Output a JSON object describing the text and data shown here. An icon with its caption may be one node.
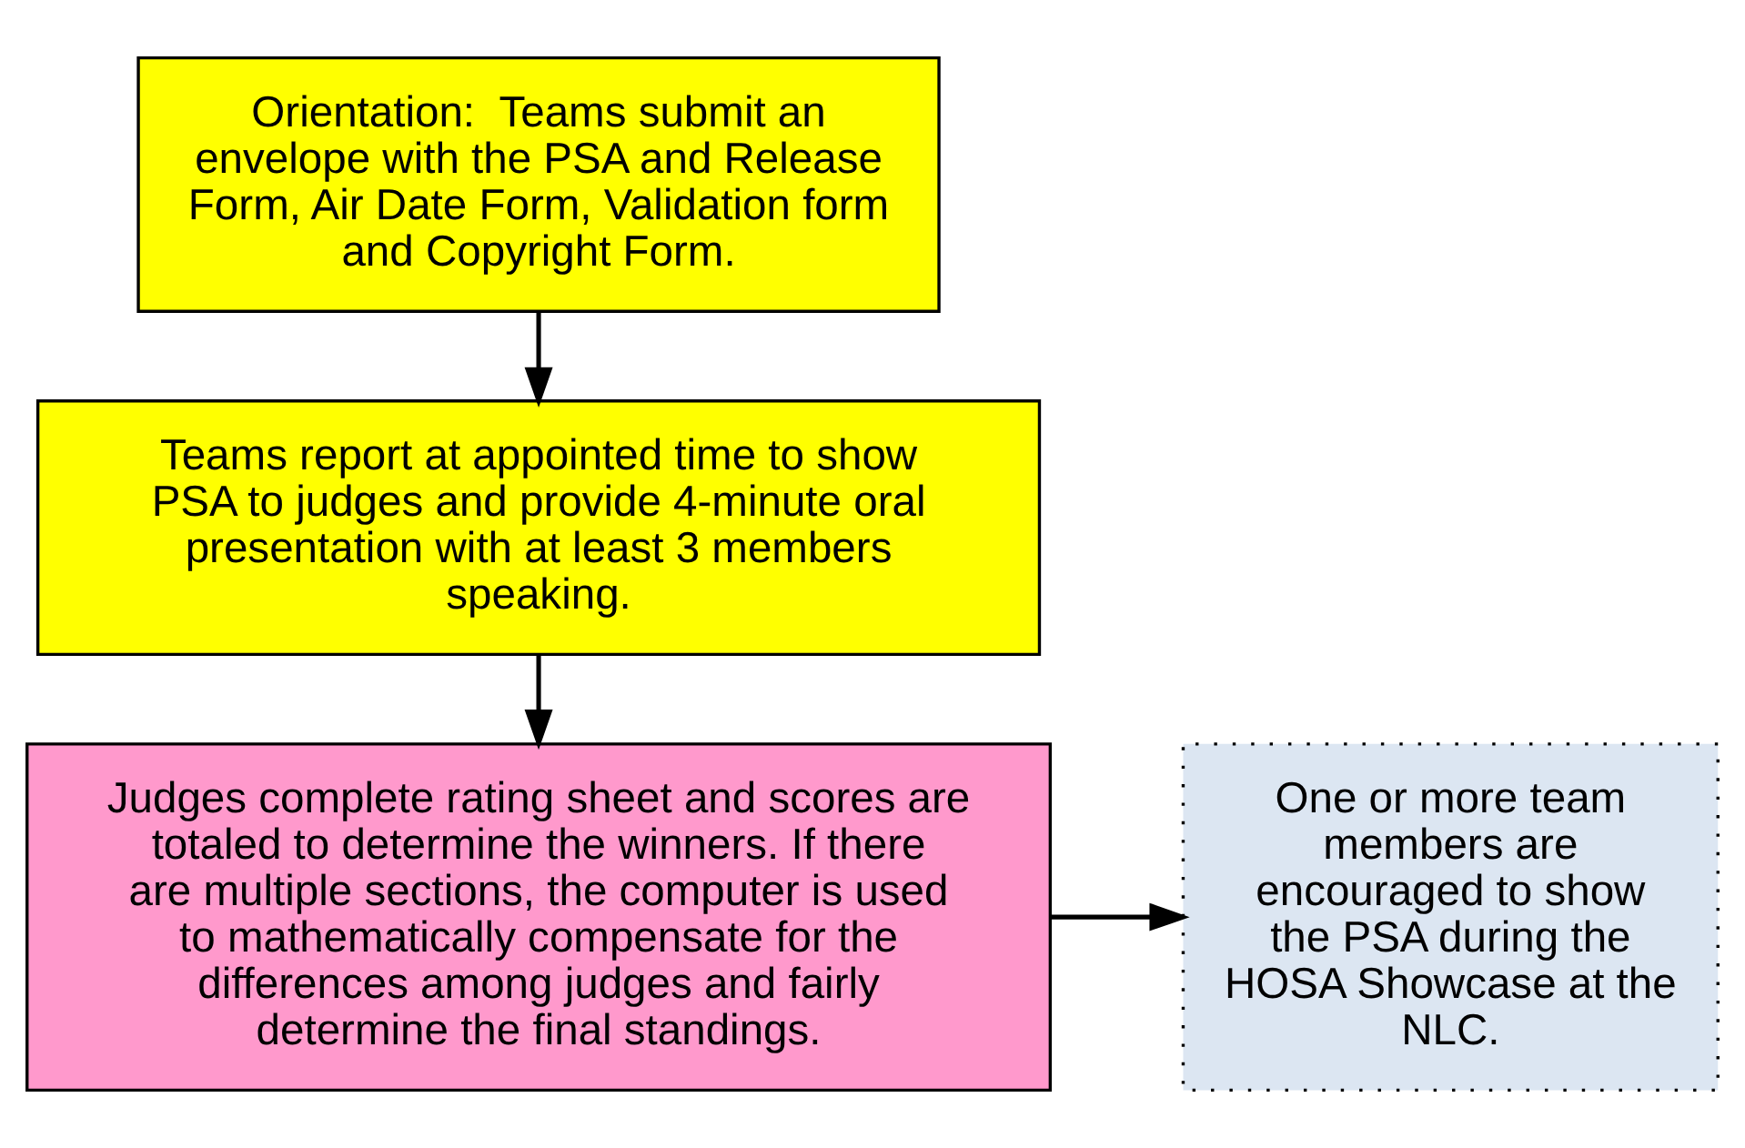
{
  "diagram": {
    "nodes": [
      {
        "text": [
          "Orientation:  Teams submit an envelope with the PSA and Release Form, Air Date Form, Validation form and Copyright Form."
        ]
      },
      {
        "text": [
          "Teams report at appointed time to show PSA to judges and provide 4-minute oral presentation with at least 3 members speaking."
        ]
      },
      {
        "text": [
          "Judges complete rating sheet and scores are totaled to determine the winners. If there are multiple sections, the computer is used to mathematically compensate for the differences among judges and fairly determine the final standings."
        ]
      },
      {
        "text": [
          "One or more team members are encouraged to show the PSA during the HOSA Showcase at the NLC."
        ]
      }
    ],
    "edges": [
      {
        "from": 0,
        "to": 1,
        "arrow": "to"
      },
      {
        "from": 1,
        "to": 2,
        "arrow": "to"
      },
      {
        "from": 2,
        "to": 3,
        "arrow": "to"
      }
    ]
  }
}
